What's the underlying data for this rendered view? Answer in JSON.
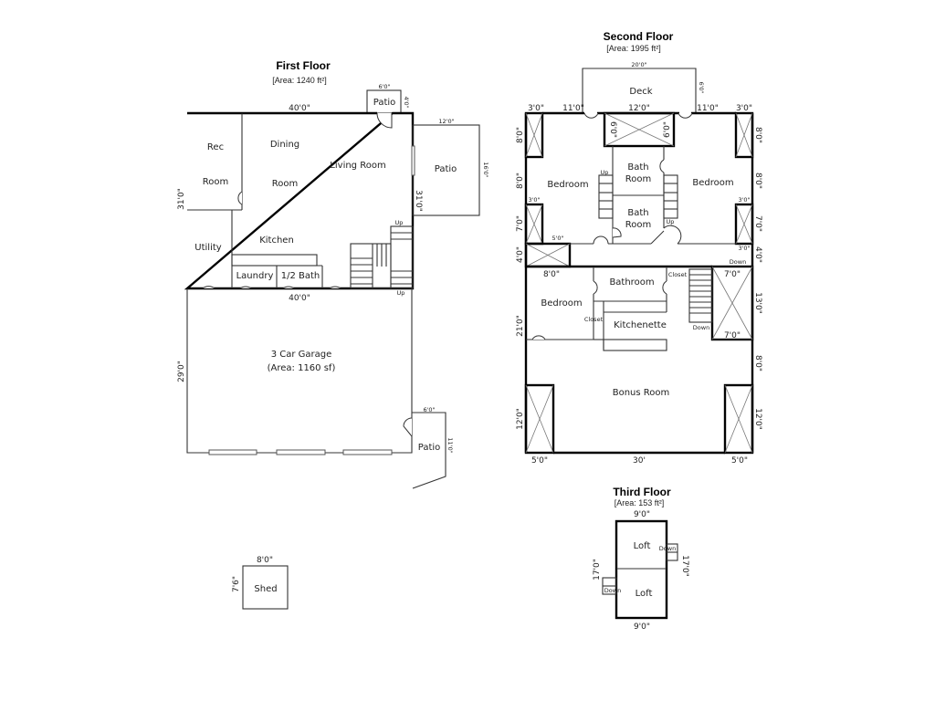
{
  "first_floor": {
    "title": "First Floor",
    "area": "[Area: 1240 ft²]",
    "rooms": {
      "rec_1": "Rec",
      "rec_2": "Room",
      "dining_1": "Dining",
      "dining_2": "Room",
      "living": "Living Room",
      "utility": "Utility",
      "kitchen": "Kitchen",
      "laundry": "Laundry",
      "half_bath": "1/2 Bath",
      "patio_top": "Patio",
      "patio_right": "Patio",
      "garage_1": "3 Car Garage",
      "garage_2": "(Area: 1160 sf)",
      "patio_garage": "Patio"
    },
    "dims": {
      "top_width": "40'0\"",
      "bottom_width": "40'0\"",
      "left_height": "31'0\"",
      "right_height": "31'0\"",
      "patio_top_w": "6'0\"",
      "patio_top_h": "4'0\"",
      "patio_right_w": "12'0\"",
      "patio_right_h": "16'0\"",
      "garage_height": "29'0\"",
      "patio_garage_w": "6'0\"",
      "patio_garage_h": "11'0\""
    },
    "stairs": {
      "up_1": "Up",
      "up_2": "Up"
    }
  },
  "shed": {
    "label": "Shed",
    "width": "8'0\"",
    "height": "7'6\""
  },
  "second_floor": {
    "title": "Second Floor",
    "area": "[Area: 1995 ft²]",
    "rooms": {
      "deck": "Deck",
      "bedroom_left": "Bedroom",
      "bedroom_right": "Bedroom",
      "bath_1a": "Bath",
      "bath_1b": "Room",
      "bath_2a": "Bath",
      "bath_2b": "Room",
      "bedroom_lower": "Bedroom",
      "bathroom": "Bathroom",
      "kitchenette": "Kitchenette",
      "closet_1": "Closet",
      "closet_2": "Closet",
      "bonus": "Bonus Room"
    },
    "dims": {
      "deck_w": "20'0\"",
      "deck_h": "6'0\"",
      "top_l1": "3'0\"",
      "top_l2": "11'0\"",
      "top_mid": "12'0\"",
      "top_r2": "11'0\"",
      "top_r1": "3'0\"",
      "void_l": "6'0\"",
      "void_r": "6'0\"",
      "left_8a": "8'0\"",
      "left_8b": "8'0\"",
      "left_7": "7'0\"",
      "left_4": "4'0\"",
      "left_21": "21'0\"",
      "left_12": "12'0\"",
      "right_8a": "8'0\"",
      "right_8b": "8'0\"",
      "right_7": "7'0\"",
      "right_4": "4'0\"",
      "right_13": "13'0\"",
      "right_8c": "8'0\"",
      "right_12": "12'0\"",
      "small_3l": "3'0\"",
      "small_3r": "3'0\"",
      "small_3r2": "3'0\"",
      "small_5": "5'0\"",
      "inner_8": "8'0\"",
      "stair_7a": "7'0\"",
      "stair_7b": "7'0\"",
      "bottom_5l": "5'0\"",
      "bottom_30": "30'",
      "bottom_5r": "5'0\""
    },
    "stairs": {
      "up_l": "Up",
      "up_r": "Up",
      "down_1": "Down",
      "down_2": "Down"
    }
  },
  "third_floor": {
    "title": "Third Floor",
    "area": "[Area: 153 ft²]",
    "rooms": {
      "loft_1": "Loft",
      "loft_2": "Loft"
    },
    "dims": {
      "top": "9'0\"",
      "bottom": "9'0\"",
      "left": "17'0\"",
      "right": "17'0\""
    },
    "stairs": {
      "down_r": "Down",
      "down_l": "Down"
    }
  }
}
